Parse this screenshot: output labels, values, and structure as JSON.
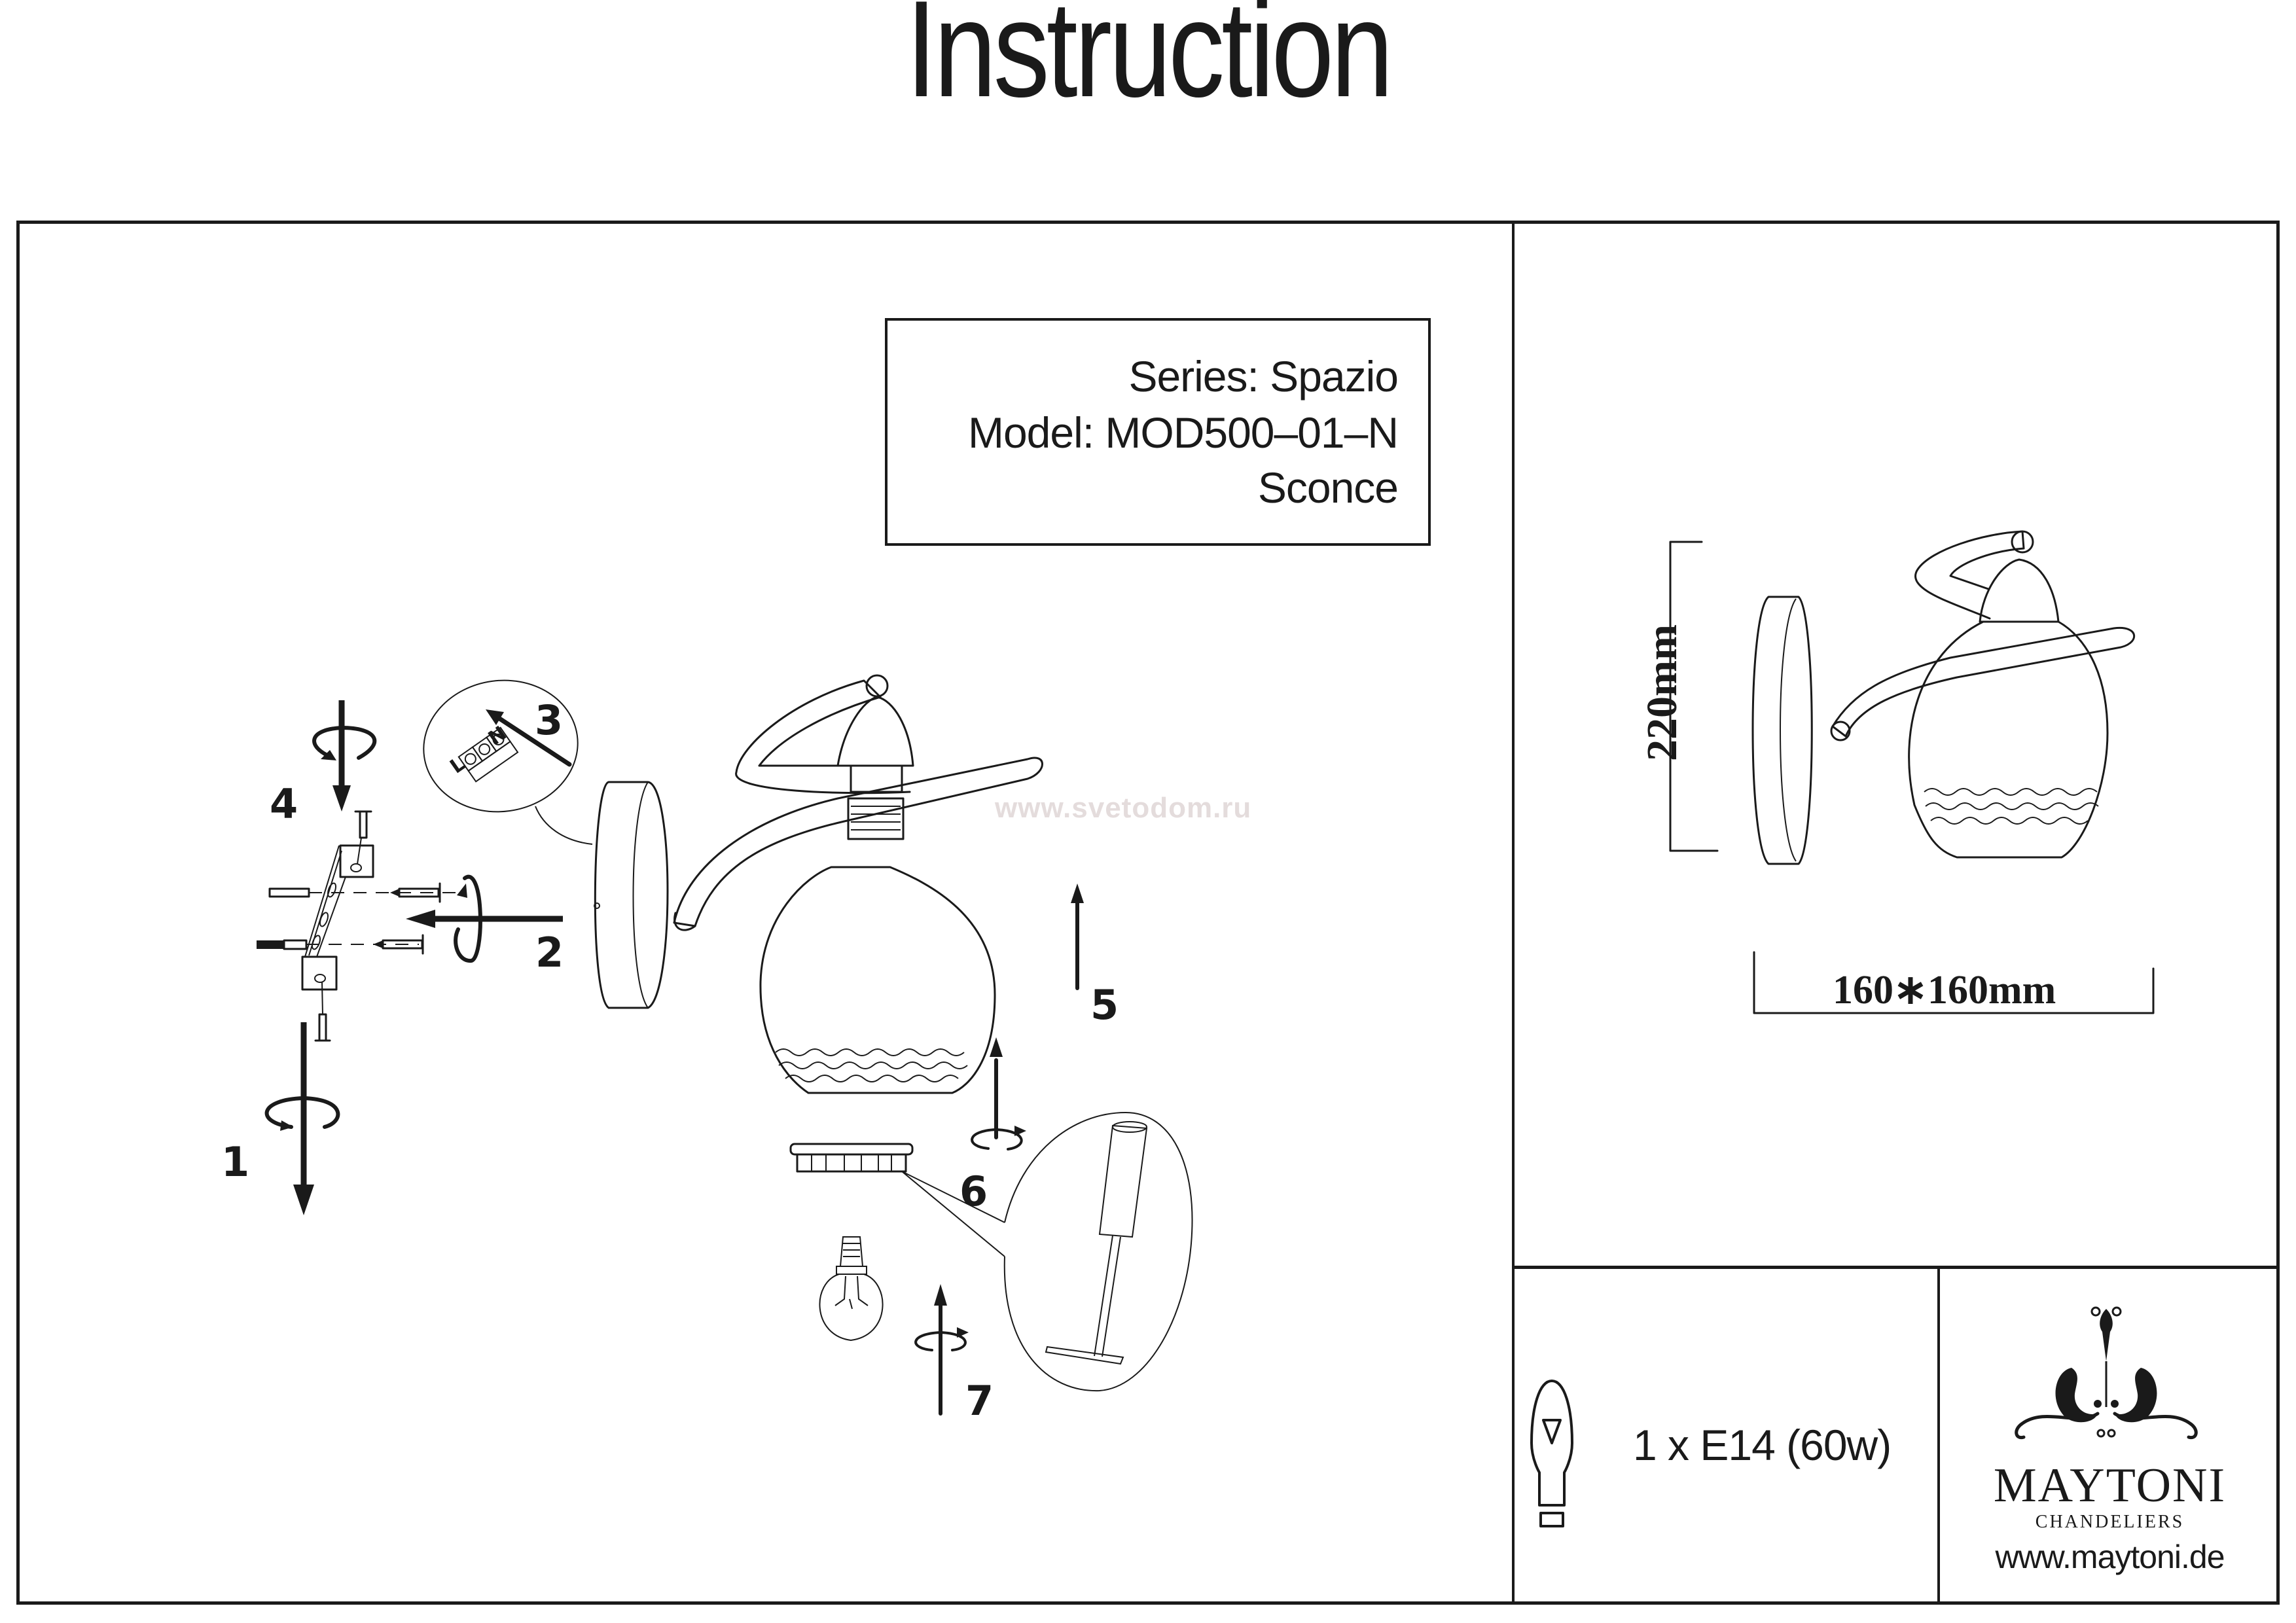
{
  "document": {
    "title": "Instruction"
  },
  "spec_box": {
    "series": "Series: Spazio",
    "model": "Model: MOD500–01–N",
    "type": "Sconce"
  },
  "watermark": "www.svetodom.ru",
  "assembly_steps": [
    {
      "number": "1",
      "icon": "downward-arrow-with-rotation"
    },
    {
      "number": "2",
      "icon": "leftward-arrow-with-rotation"
    },
    {
      "number": "3",
      "icon": "wiring-arrow"
    },
    {
      "number": "4",
      "icon": "downward-arrow-with-rotation"
    },
    {
      "number": "5",
      "icon": "upward-arrow"
    },
    {
      "number": "6",
      "icon": "upward-arrow-with-rotation"
    },
    {
      "number": "7",
      "icon": "upward-arrow-with-rotation"
    }
  ],
  "wiring_labels": {
    "live": "L",
    "neutral": "N",
    "earth_symbol": "earth-icon"
  },
  "dimensions": {
    "height": "220mm",
    "width_depth": "160∗160mm"
  },
  "bulb_spec": {
    "icon": "light-bulb-icon",
    "text": "1 x E14 (60w)"
  },
  "brand": {
    "name": "MAYTONI",
    "tagline": "CHANDELIERS",
    "website": "www.maytoni.de",
    "logo_icon": "chandelier-ornament-icon"
  }
}
